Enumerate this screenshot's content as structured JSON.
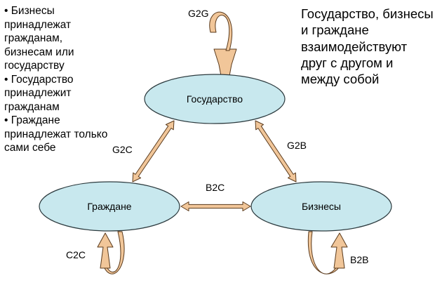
{
  "bullets": [
    "Бизнесы принадлежат гражданам, бизнесам или государству",
    "Государство принадлежит гражданам",
    "Граждане принадлежат только сами себе"
  ],
  "heading": "Государство, бизнесы и граждане взаимодействуют друг с другом и между собой",
  "nodes": {
    "government": "Государство",
    "citizens": "Граждане",
    "businesses": "Бизнесы"
  },
  "edges": {
    "g2g": "G2G",
    "g2c": "G2C",
    "g2b": "G2B",
    "b2c": "B2C",
    "c2c": "C2C",
    "b2b": "B2B"
  },
  "colors": {
    "node_fill": "#c8e8ee",
    "node_stroke": "#2c3a3e",
    "arrow_fill": "#f1c699",
    "arrow_stroke": "#5a3a1c"
  }
}
